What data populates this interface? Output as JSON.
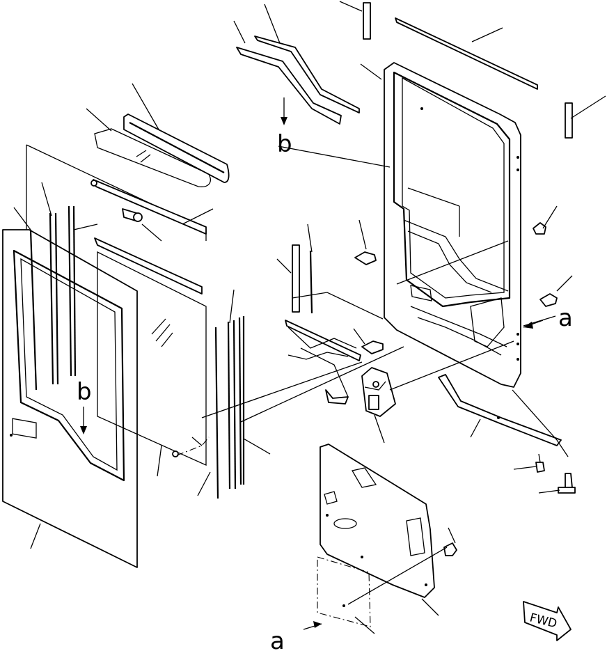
{
  "labels": {
    "b_upper": "b",
    "b_lower": "b",
    "a_right": "a",
    "a_bottom": "a",
    "fwd": "FWD"
  }
}
